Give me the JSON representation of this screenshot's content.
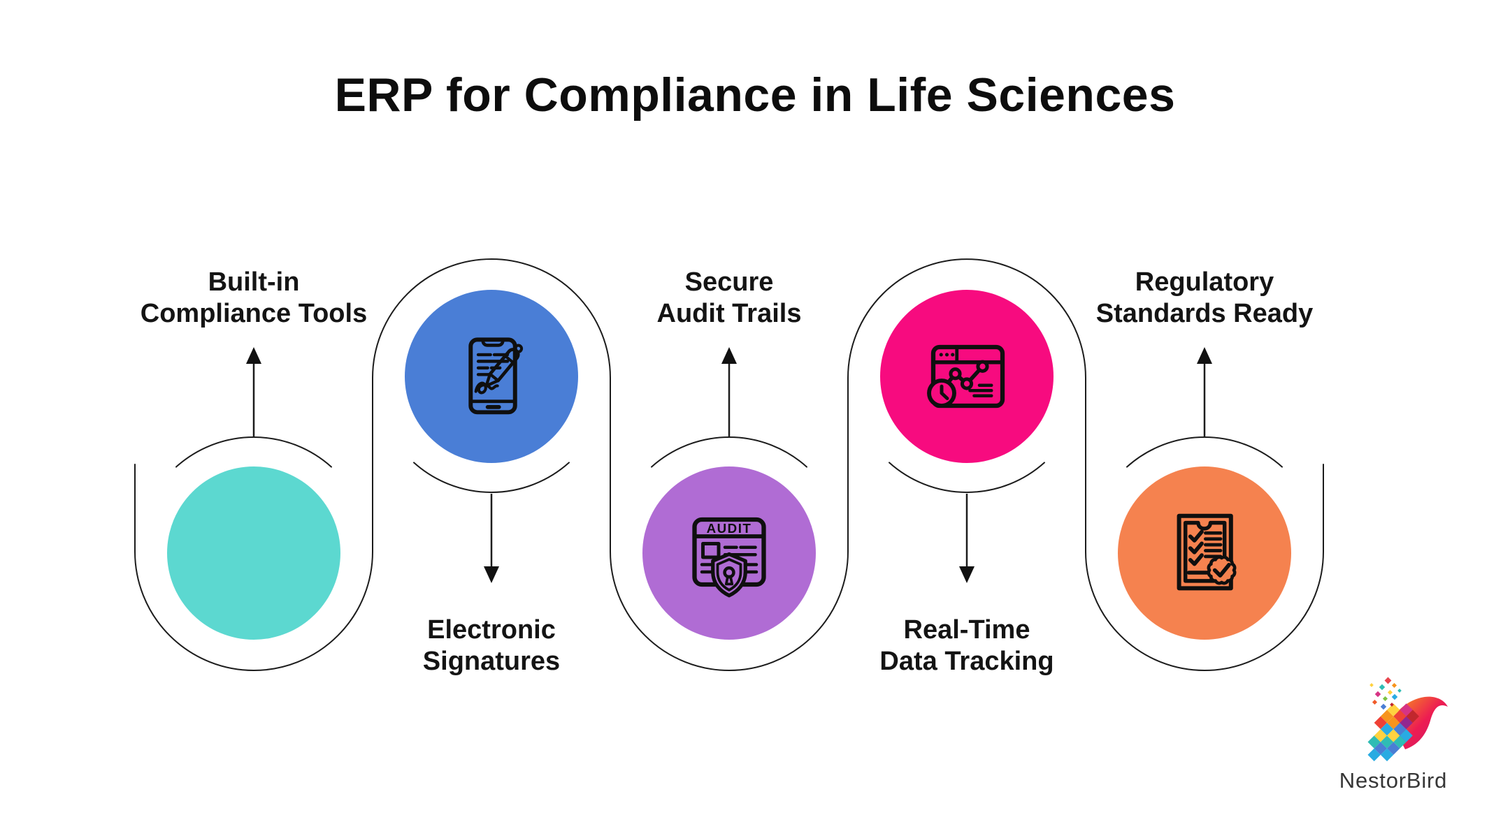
{
  "title": "ERP for Compliance in Life Sciences",
  "steps": [
    {
      "label_line1": "Built-in",
      "label_line2": "Compliance Tools",
      "color": "#5cd8d0",
      "position": "bottom",
      "icon": "none"
    },
    {
      "label_line1": "Electronic",
      "label_line2": "Signatures",
      "color": "#4a7ed6",
      "position": "top",
      "icon": "electronic-signature-icon"
    },
    {
      "label_line1": "Secure",
      "label_line2": "Audit Trails",
      "color": "#b06cd4",
      "position": "bottom",
      "icon": "audit-shield-icon",
      "icon_text": "AUDIT"
    },
    {
      "label_line1": "Real-Time",
      "label_line2": "Data Tracking",
      "color": "#f70b7f",
      "position": "top",
      "icon": "realtime-chart-clock-icon"
    },
    {
      "label_line1": "Regulatory",
      "label_line2": "Standards Ready",
      "color": "#f5824f",
      "position": "bottom",
      "icon": "checklist-badge-icon"
    }
  ],
  "logo": {
    "text": "NestorBird",
    "palette": [
      "#e8454d",
      "#f7941d",
      "#ffd23f",
      "#7dc242",
      "#2fbcb4",
      "#29abe2",
      "#4a7ed4",
      "#93278f",
      "#d63384",
      "#c1272d"
    ]
  }
}
